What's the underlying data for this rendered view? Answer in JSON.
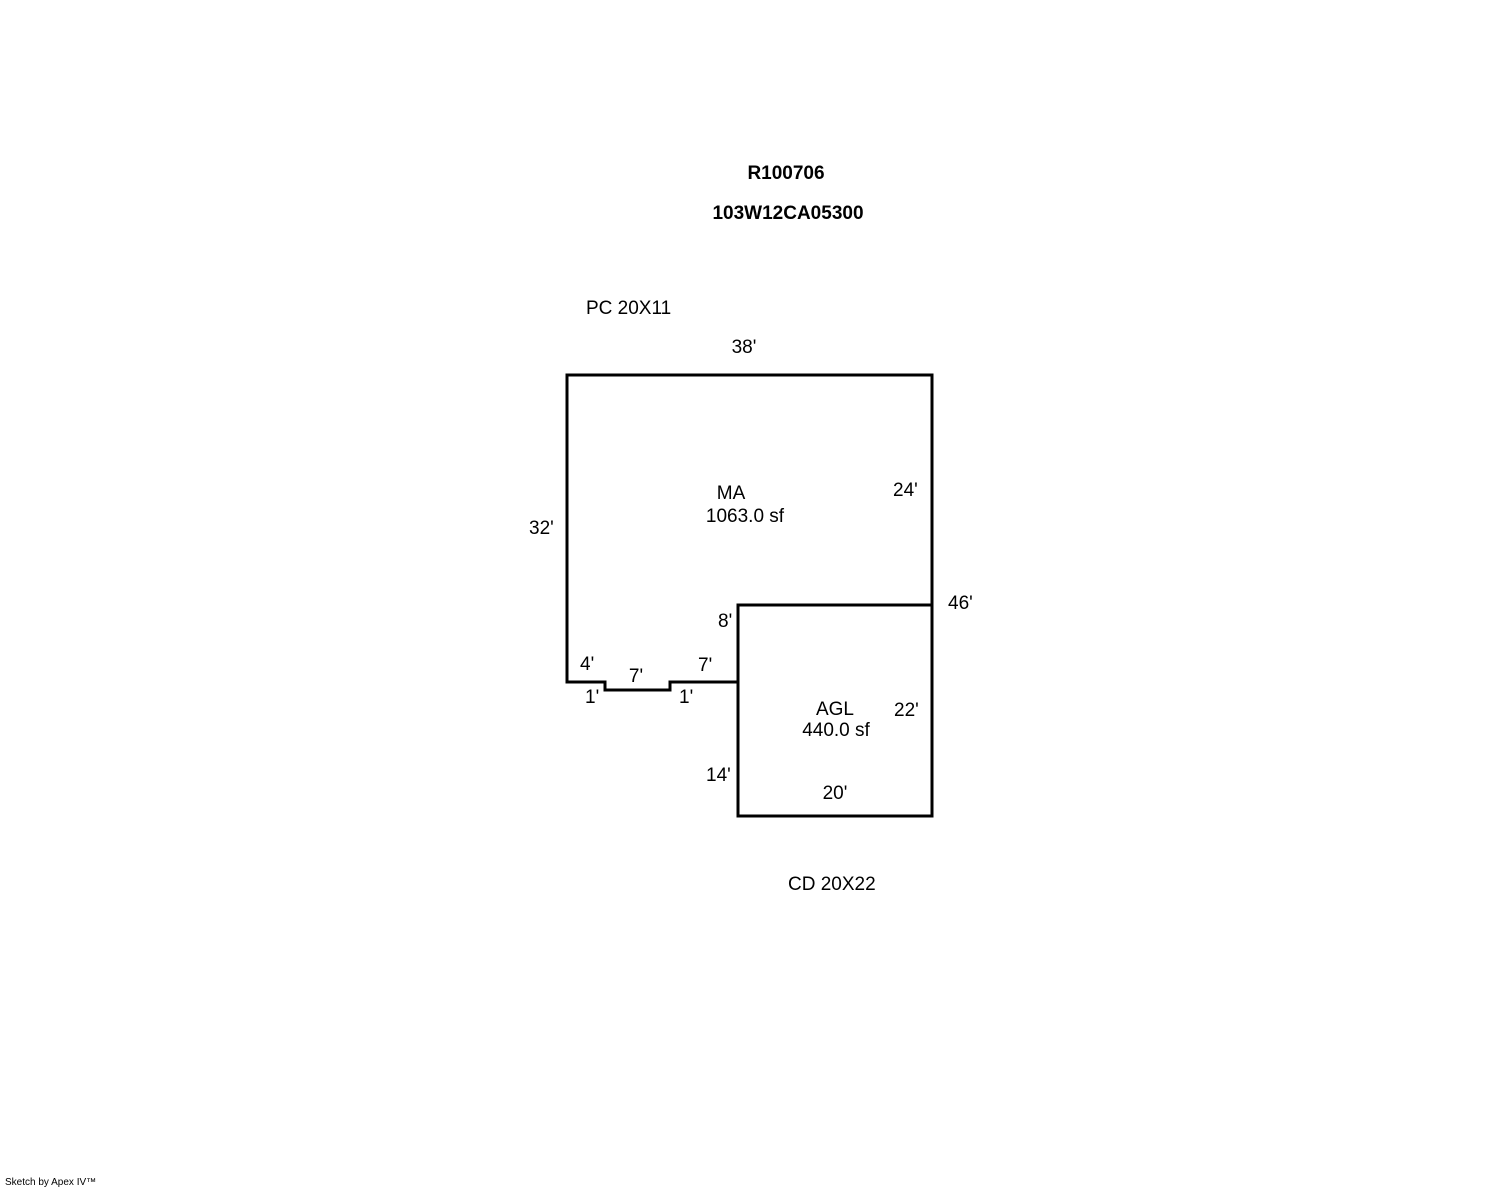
{
  "header": {
    "account_id": "R100706",
    "map_tax_lot": "103W12CA05300"
  },
  "labels": {
    "porch": "PC 20X11",
    "deck": "CD 20X22"
  },
  "areas": {
    "main": {
      "code": "MA",
      "size": "1063.0 sf"
    },
    "garage": {
      "code": "AGL",
      "size": "440.0 sf"
    }
  },
  "dimensions": {
    "main_top": "38'",
    "main_left": "32'",
    "main_right_upper": "24'",
    "main_right_total": "46'",
    "main_step_left_rise": "4'",
    "main_step_left_drop": "1'",
    "main_step_middle": "7'",
    "main_step_right_drop": "1'",
    "main_step_right": "7'",
    "garage_top_left_rise": "8'",
    "garage_right": "22'",
    "garage_left_lower": "14'",
    "garage_bottom": "20'"
  },
  "footer": {
    "credit": "Sketch by Apex IV™"
  },
  "colors": {
    "line": "#000000",
    "background": "#ffffff"
  }
}
